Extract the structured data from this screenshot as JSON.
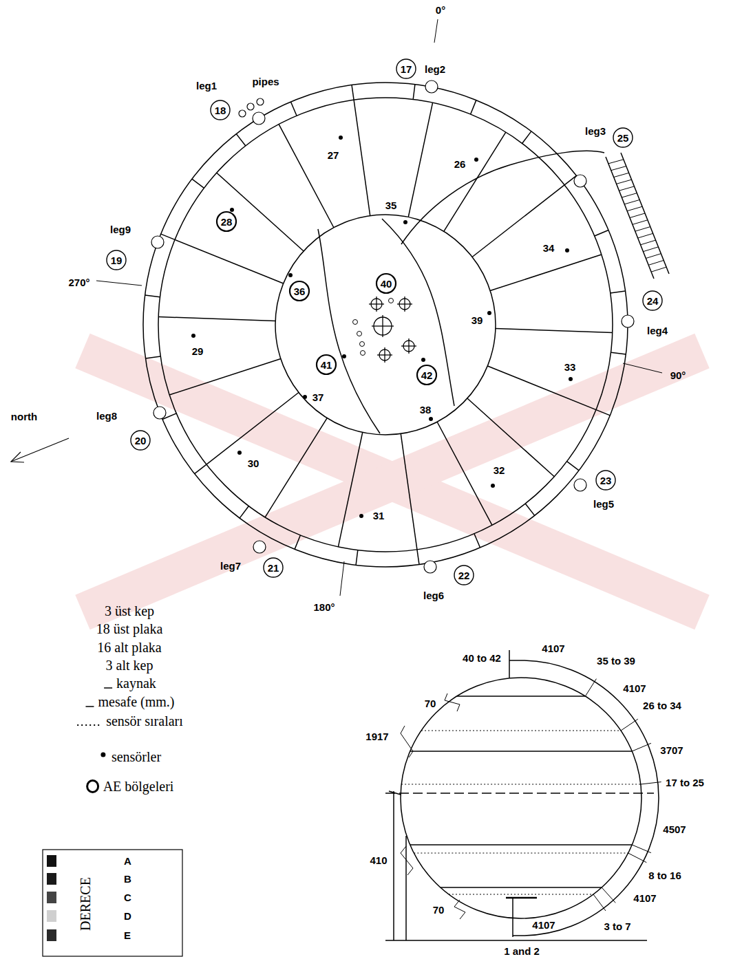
{
  "diagram": {
    "nodes": [
      {
        "text": [
          "17"
        ]
      },
      {
        "text": [
          "18"
        ]
      },
      {
        "text": [
          "25"
        ]
      },
      {
        "text": [
          "28"
        ]
      },
      {
        "text": [
          "19"
        ]
      },
      {
        "text": [
          "40"
        ]
      },
      {
        "text": [
          "36"
        ]
      },
      {
        "text": [
          "24"
        ]
      },
      {
        "text": [
          "41"
        ]
      },
      {
        "text": [
          "42"
        ]
      },
      {
        "text": [
          "20"
        ]
      },
      {
        "text": [
          "23"
        ]
      },
      {
        "text": [
          "21"
        ]
      },
      {
        "text": [
          "22"
        ]
      }
    ],
    "labels": [
      "0°",
      "leg2",
      "leg1",
      "pipes",
      "leg3",
      "27",
      "26",
      "35",
      "leg9",
      "34",
      "270°",
      "39",
      "leg4",
      "29",
      "33",
      "90°",
      "37",
      "north",
      "leg8",
      "38",
      "30",
      "32",
      "leg5",
      "31",
      "leg7",
      "leg6",
      "180°",
      "3 üst kep",
      "18 üst plaka",
      "16 alt plaka",
      "3 alt kep",
      "40 to 42",
      "4107",
      "35 to 39",
      "70",
      "4107",
      "26 to 34",
      "1917",
      "3707",
      "17 to 25",
      "4507",
      "410",
      "8 to 16",
      "70",
      "4107",
      "4107",
      "3 to 7",
      "1 and 2",
      "DERECE"
    ],
    "legend": [
      {
        "text": "kaynak"
      },
      {
        "text": "mesafe (mm.)"
      },
      {
        "text": "sensör sıraları"
      },
      {
        "text": "sensörler"
      },
      {
        "text": "AE bölgeleri"
      },
      {
        "text": "A",
        "color": "#111111"
      },
      {
        "text": "B",
        "color": "#1a1a1a"
      },
      {
        "text": "C",
        "color": "#444444"
      },
      {
        "text": "D",
        "color": "#cfcfcf"
      },
      {
        "text": "E",
        "color": "#2a2a2a"
      }
    ]
  }
}
